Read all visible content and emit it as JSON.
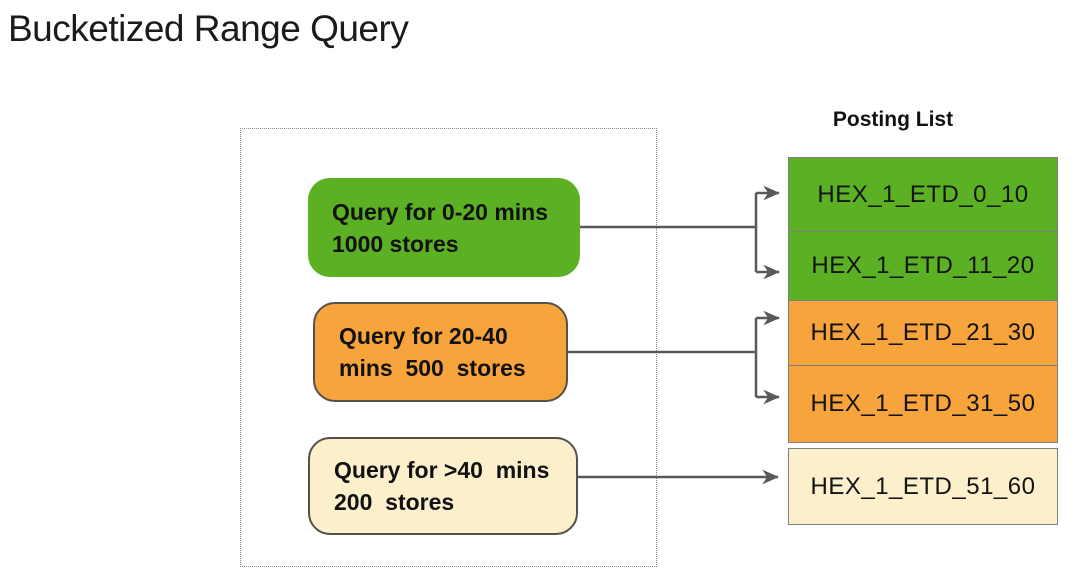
{
  "title": "Bucketized Range Query",
  "queries": [
    {
      "line1": "Query for 0-20 mins",
      "line2": "1000 stores",
      "color_name": "green"
    },
    {
      "line1": "Query for 20-40",
      "line2": "mins  500  stores",
      "color_name": "orange"
    },
    {
      "line1": "Query for >40  mins",
      "line2": "200  stores",
      "color_name": "cream"
    }
  ],
  "posting_list": {
    "header": "Posting List",
    "items": [
      {
        "label": "HEX_1_ETD_0_10",
        "color_name": "green"
      },
      {
        "label": "HEX_1_ETD_11_20",
        "color_name": "green"
      },
      {
        "label": "HEX_1_ETD_21_30",
        "color_name": "orange"
      },
      {
        "label": "HEX_1_ETD_31_50",
        "color_name": "orange"
      },
      {
        "label": "HEX_1_ETD_51_60",
        "color_name": "cream"
      }
    ]
  },
  "colors": {
    "green": "#5BB024",
    "orange": "#F7A43D",
    "cream": "#FBF0CB",
    "arrow": "#595959"
  }
}
